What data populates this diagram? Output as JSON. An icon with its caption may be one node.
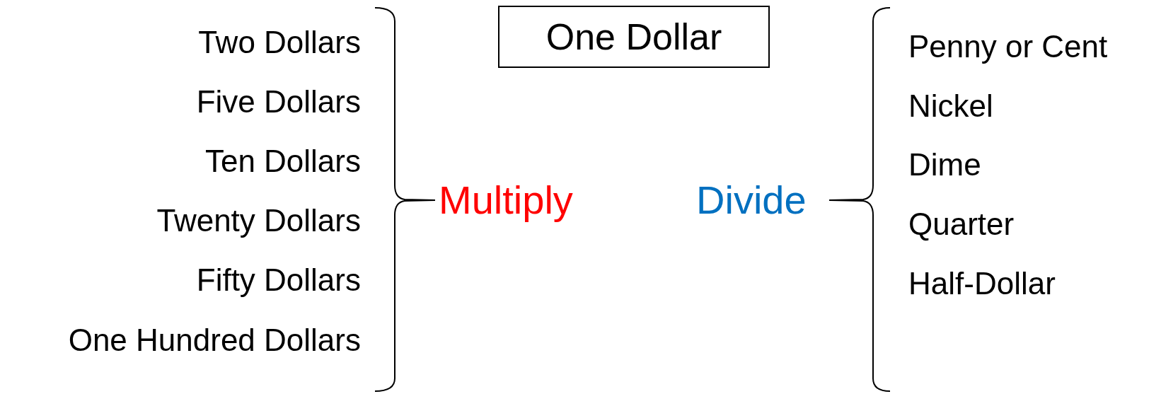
{
  "diagram": {
    "nodes": [
      {
        "text": [
          "One Dollar"
        ]
      }
    ],
    "labels": [
      "Two Dollars",
      "Five Dollars",
      "Ten Dollars",
      "Twenty Dollars",
      "Fifty Dollars",
      "One Hundred Dollars",
      "Multiply",
      "Divide",
      "Penny or Cent",
      "Nickel",
      "Dime",
      "Quarter",
      "Half-Dollar"
    ]
  }
}
